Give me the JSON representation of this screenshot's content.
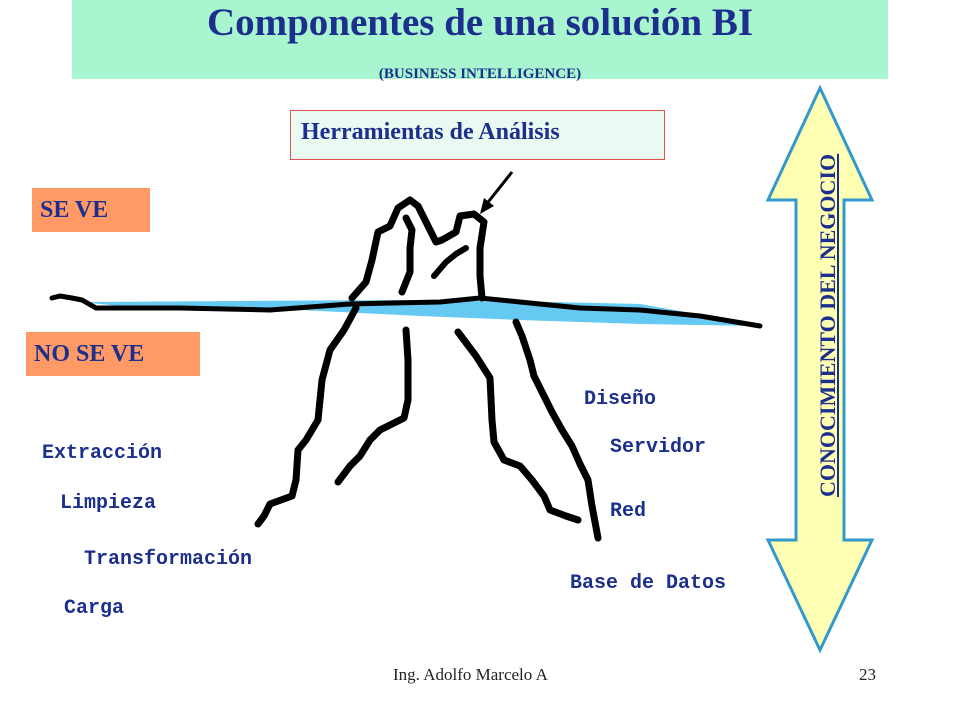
{
  "slide": {
    "title": "Componentes de una solución BI",
    "subtitle": "(BUSINESS INTELLIGENCE)",
    "tools_label": "Herramientas de Análisis",
    "visible_label": "SE VE",
    "hidden_label": "NO SE VE",
    "left_items": [
      "Extracción",
      "Limpieza",
      "Transformación",
      "Carga"
    ],
    "right_items": [
      "Diseño",
      "Servidor",
      "Red",
      "Base de Datos"
    ],
    "arrow_label": "CONOCIMIENTO DEL NEGOCIO",
    "footer_author": "Ing. Adolfo Marcelo A",
    "page_number": "23"
  },
  "colors": {
    "title_bg": "#a8f5cf",
    "text_blue": "#1c2f8c",
    "tag_orange": "#ff9966",
    "water": "#66c9f2",
    "arrow_fill": "#ffffb3",
    "arrow_stroke": "#3399cc"
  }
}
